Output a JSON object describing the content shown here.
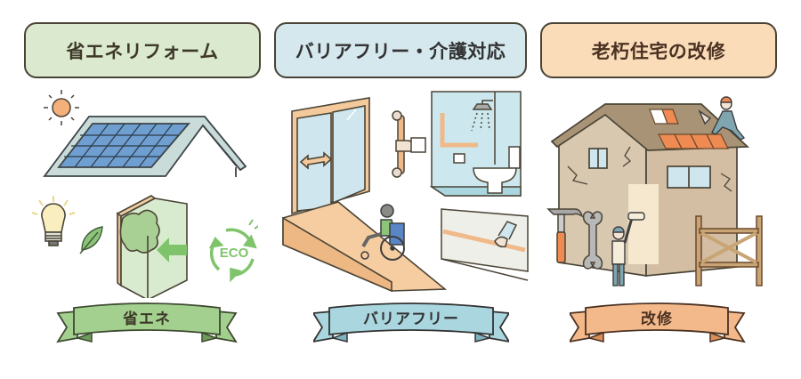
{
  "panels": [
    {
      "id": "energy",
      "title": "省エネリフォーム",
      "ribbon_label": "省エネ",
      "colors": {
        "header_bg": "#dbe9cf",
        "ribbon_bg": "#a3d08f",
        "text": "#3d3828"
      },
      "illustration": {
        "items": [
          "sun",
          "solar-panel-roof",
          "led-bulb",
          "leaf",
          "insulated-wall",
          "arrow",
          "eco-recycle-badge"
        ],
        "eco_badge_text": "ECO"
      }
    },
    {
      "id": "barrier-free",
      "title": "バリアフリー・介護対応",
      "ribbon_label": "バリアフリー",
      "colors": {
        "header_bg": "#d4e8ee",
        "ribbon_bg": "#a9d6df",
        "text": "#333333"
      },
      "illustration": {
        "items": [
          "sliding-door",
          "double-arrow",
          "grab-bar",
          "bathroom-with-handrail",
          "shower",
          "toilet",
          "wheelchair-ramp",
          "wheelchair-user",
          "wall-handrail"
        ]
      }
    },
    {
      "id": "renovation",
      "title": "老朽住宅の改修",
      "ribbon_label": "改修",
      "colors": {
        "header_bg": "#fbdcb9",
        "ribbon_bg": "#f4b98a",
        "text": "#4a3222"
      },
      "illustration": {
        "items": [
          "old-house",
          "roof-tiles",
          "roof-worker",
          "wall-cracks",
          "painter-with-roller",
          "hammer",
          "wrench",
          "wooden-fence"
        ]
      }
    }
  ]
}
